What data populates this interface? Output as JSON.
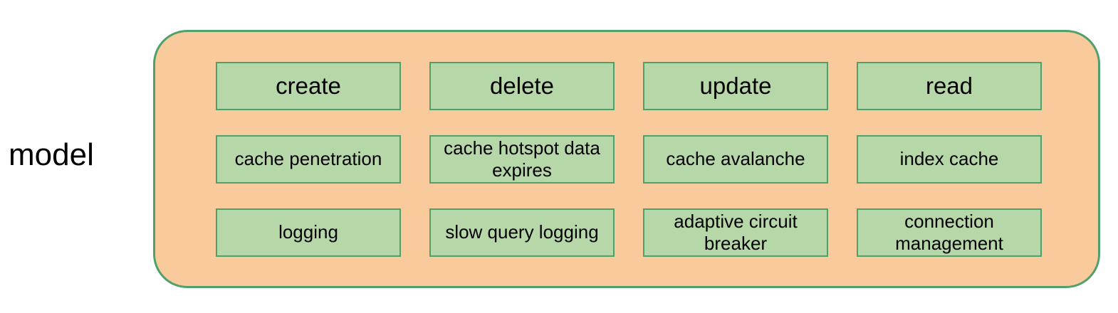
{
  "diagram": {
    "label": "model",
    "colors": {
      "container_fill": "#F9CB9C",
      "box_fill": "#B6D7A8",
      "border_green": "#4FA06B",
      "text": "#000000"
    },
    "grid": {
      "rows": [
        [
          "create",
          "delete",
          "update",
          "read"
        ],
        [
          "cache penetration",
          "cache hotspot data expires",
          "cache avalanche",
          "index cache"
        ],
        [
          "logging",
          "slow query logging",
          "adaptive circuit breaker",
          "connection management"
        ]
      ]
    }
  }
}
